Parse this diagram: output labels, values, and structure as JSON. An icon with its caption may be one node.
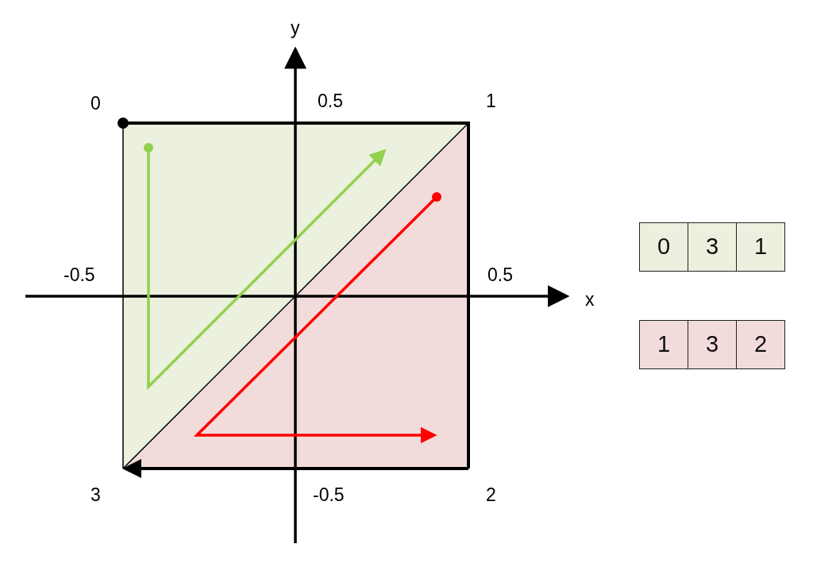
{
  "diagram": {
    "labels": [
      "y",
      "0",
      "0.5",
      "1",
      "0",
      "3",
      "1",
      "-0.5",
      "0.5",
      "x",
      "1",
      "3",
      "2",
      "3",
      "-0.5",
      "2"
    ]
  }
}
